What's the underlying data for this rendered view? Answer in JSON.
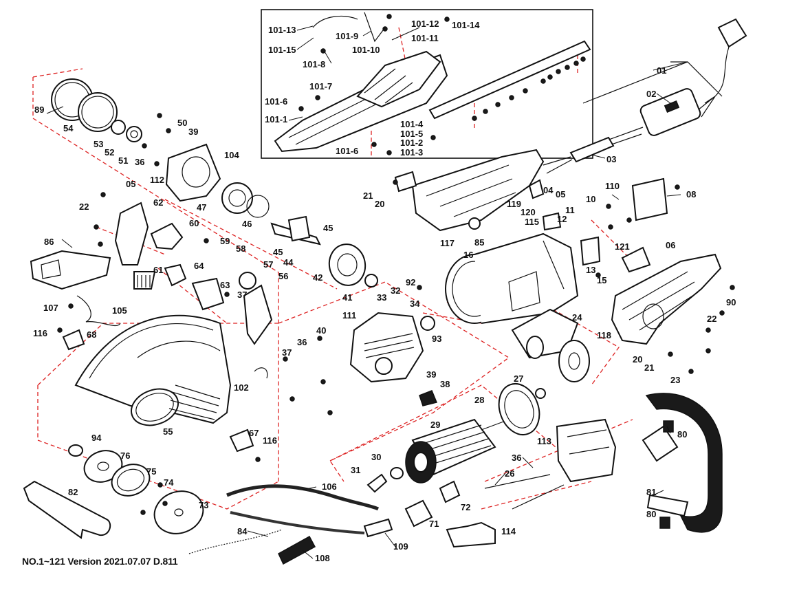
{
  "footer": {
    "version": "NO.1~121 Version 2021.07.07 D.811"
  },
  "labels": [
    "101-13",
    "101-15",
    "101-9",
    "101-12",
    "101-14",
    "101-10",
    "101-11",
    "101-8",
    "101-7",
    "101-6",
    "101-1",
    "101-6",
    "101-4",
    "101-5",
    "101-2",
    "101-3",
    "01",
    "02",
    "03",
    "89",
    "54",
    "53",
    "52",
    "51",
    "36",
    "50",
    "39",
    "104",
    "112",
    "47",
    "46",
    "45",
    "05",
    "22",
    "62",
    "60",
    "86",
    "59",
    "58",
    "57",
    "56",
    "44",
    "45",
    "42",
    "61",
    "64",
    "63",
    "37",
    "107",
    "105",
    "116",
    "68",
    "41",
    "92",
    "33",
    "32",
    "34",
    "111",
    "93",
    "40",
    "36",
    "37",
    "39",
    "38",
    "102",
    "55",
    "67",
    "116",
    "94",
    "76",
    "75",
    "74",
    "73",
    "82",
    "106",
    "84",
    "108",
    "109",
    "31",
    "30",
    "29",
    "28",
    "27",
    "113",
    "36",
    "26",
    "72",
    "71",
    "114",
    "21",
    "20",
    "117",
    "85",
    "119",
    "120",
    "115",
    "04",
    "05",
    "12",
    "11",
    "10",
    "110",
    "08",
    "121",
    "06",
    "13",
    "15",
    "16",
    "24",
    "22",
    "90",
    "118",
    "20",
    "21",
    "23",
    "80",
    "81",
    "80"
  ]
}
